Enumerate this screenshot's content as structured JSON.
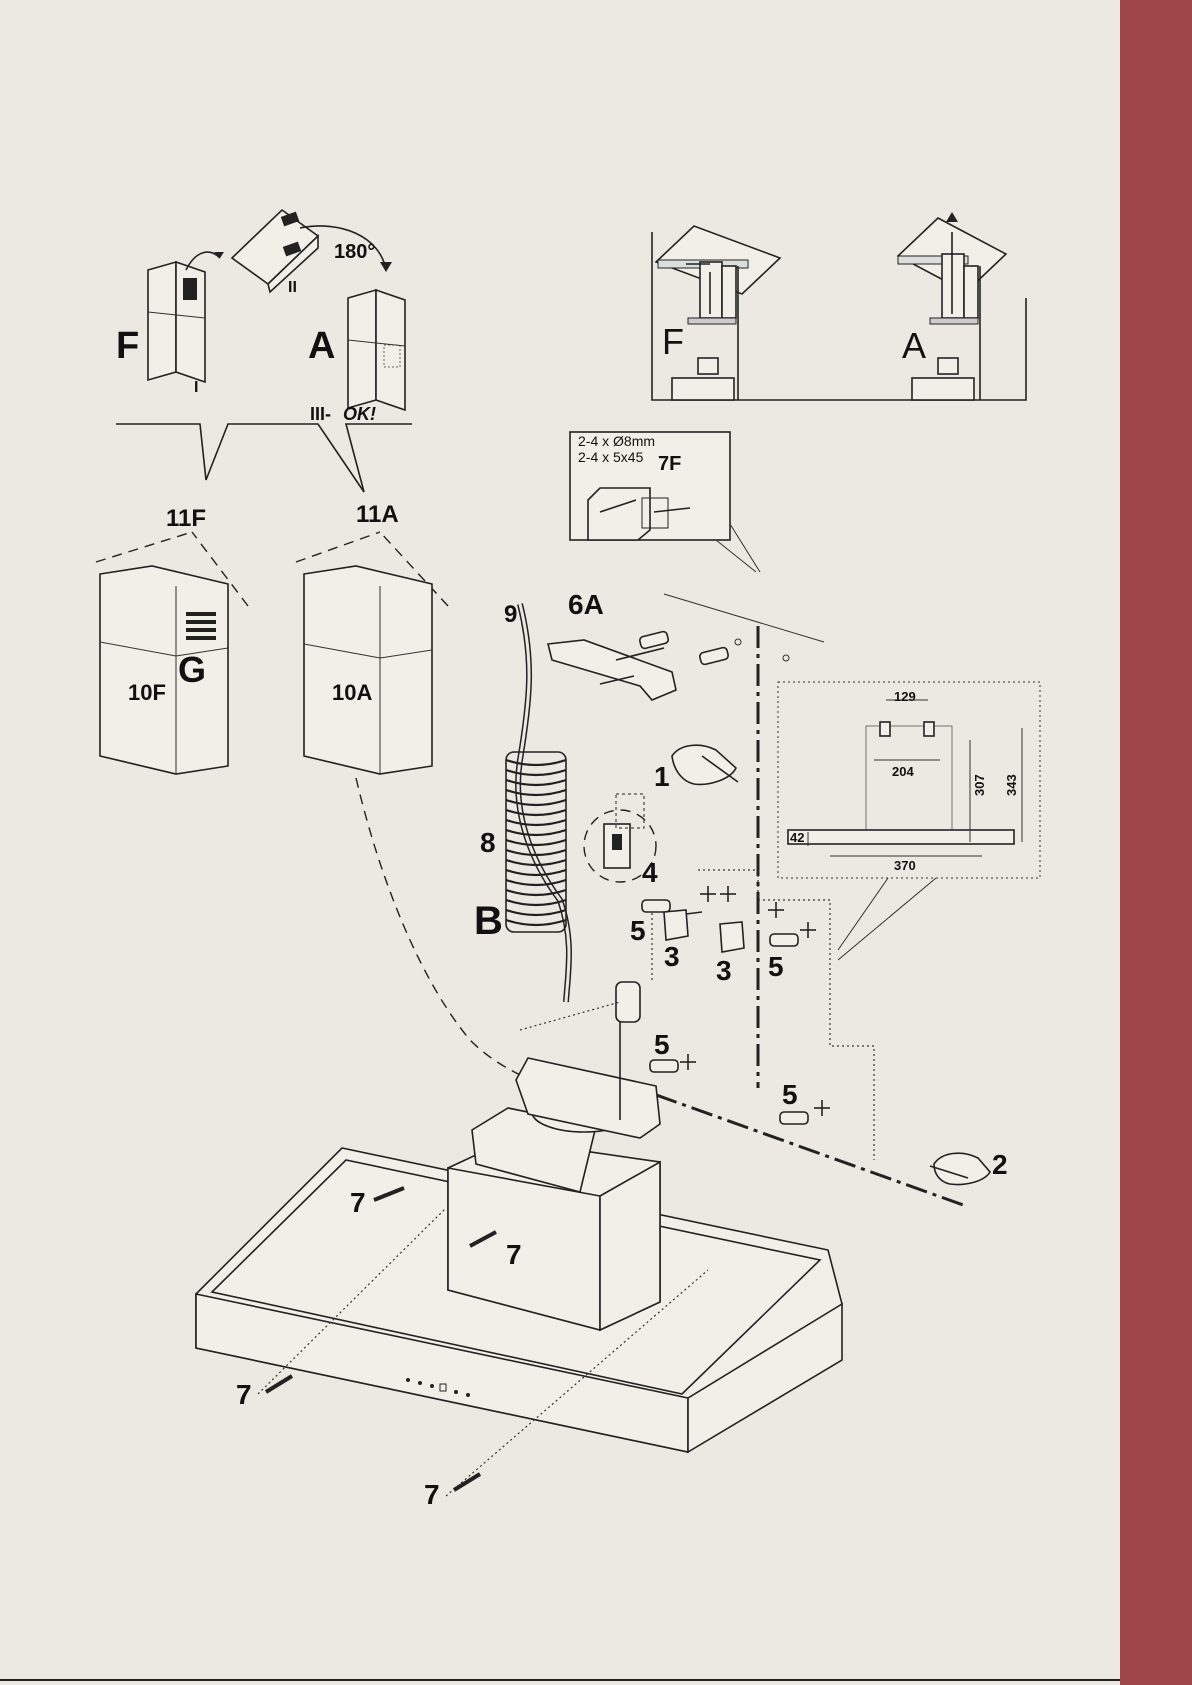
{
  "colors": {
    "background": "#ece8e2",
    "side_band": "#9e4549",
    "ink": "#111111"
  },
  "panels": {
    "chimney_conversion": {
      "label_f": "F",
      "label_a": "A",
      "step_i": "I",
      "step_ii": "II",
      "step_iii": "III-",
      "ok": "OK!",
      "rotation": "180°"
    },
    "venting_modes": {
      "mode_f": "F",
      "mode_a": "A"
    }
  },
  "parts": {
    "p11f": "11F",
    "p11a": "11A",
    "p10f": "10F",
    "p10a": "10A",
    "g": "G",
    "p9": "9",
    "p6a": "6A",
    "p8": "8",
    "b": "B",
    "p4": "4",
    "p1": "1",
    "p2": "2",
    "p3": "3",
    "p5": "5",
    "p7": "7"
  },
  "fixings_box": {
    "line1": "2-4 x Ø8mm",
    "line2": "2-4 x 5x45",
    "label": "7F"
  },
  "dimensions": {
    "d129": "129",
    "d204": "204",
    "d307": "307",
    "d343": "343",
    "d42": "42",
    "d370": "370"
  }
}
